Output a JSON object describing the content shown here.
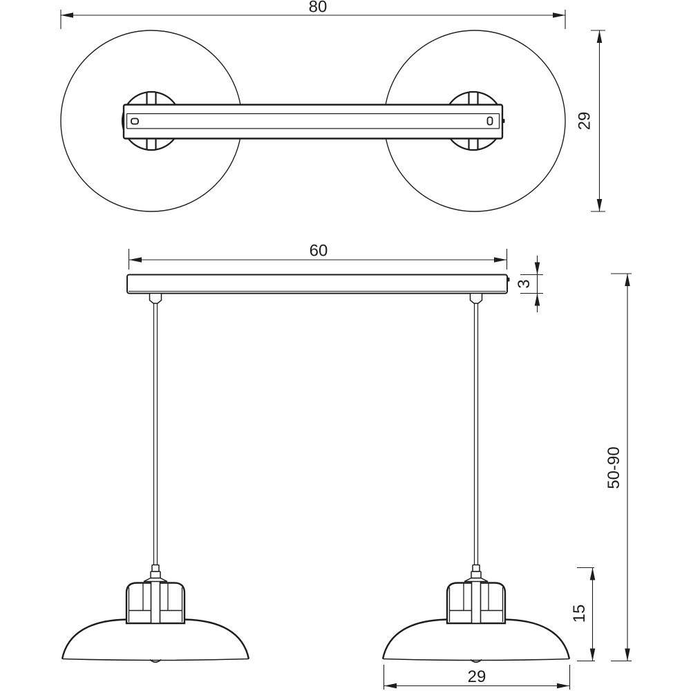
{
  "drawing": {
    "views": {
      "top_view": "top view of two-shade pendant rail lamp",
      "front_view": "front view of two-shade pendant rail lamp"
    },
    "dimensions": {
      "top_overall_width": "80",
      "top_shade_diameter": "29",
      "canopy_length": "60",
      "canopy_thickness": "3",
      "suspension_range": "50-90",
      "holder_height": "15",
      "shade_diameter": "29"
    },
    "colors": {
      "line": "#1d1d1b",
      "background": "#ffffff"
    }
  }
}
